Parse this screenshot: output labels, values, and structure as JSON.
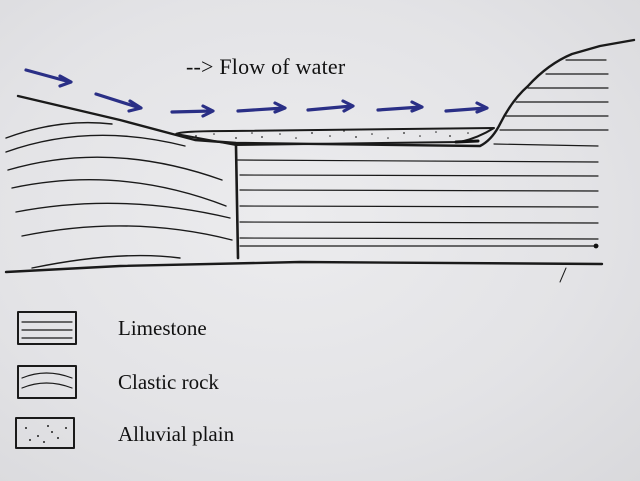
{
  "caption": "--> Flow of water",
  "legend": [
    {
      "key": "limestone",
      "label": "Limestone"
    },
    {
      "key": "clastic",
      "label": "Clastic rock"
    },
    {
      "key": "alluvial",
      "label": "Alluvial plain"
    }
  ],
  "colors": {
    "paper": "#e6e6e8",
    "ink": "#1a1a1a",
    "water_arrow": "#2a2f86"
  }
}
